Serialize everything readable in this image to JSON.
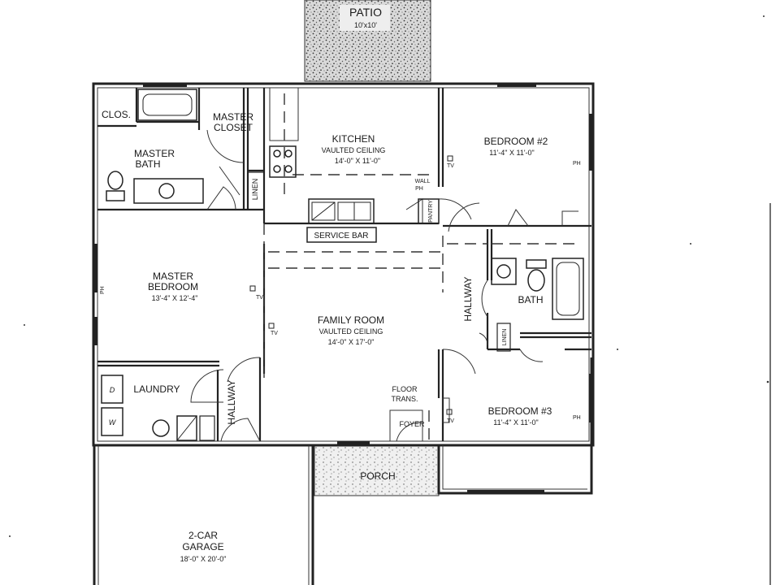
{
  "rooms": {
    "patio": {
      "name": "PATIO",
      "dims": "10'x10'"
    },
    "closet": {
      "name": "CLOS."
    },
    "master_closet": {
      "line1": "MASTER",
      "line2": "CLOSET"
    },
    "master_bath": {
      "line1": "MASTER",
      "line2": "BATH"
    },
    "linen_master": {
      "name": "LINEN"
    },
    "kitchen": {
      "name": "KITCHEN",
      "ceiling": "VAULTED CEILING",
      "dims": "14'-0\" X 11'-0\""
    },
    "service_bar": {
      "name": "SERVICE BAR"
    },
    "pantry": {
      "name": "PANTRY"
    },
    "bedroom2": {
      "name": "BEDROOM #2",
      "dims": "11'-4\" X 11'-0\""
    },
    "master_bedroom": {
      "line1": "MASTER",
      "line2": "BEDROOM",
      "dims": "13'-4\" X 12'-4\""
    },
    "family_room": {
      "name": "FAMILY ROOM",
      "ceiling": "VAULTED CEILING",
      "dims": "14'-0\" X 17'-0\""
    },
    "hallway_right": {
      "name": "HALLWAY"
    },
    "bath": {
      "name": "BATH"
    },
    "linen_hall": {
      "name": "LINEN"
    },
    "laundry": {
      "name": "LAUNDRY"
    },
    "hallway_left": {
      "name": "HALLWAY"
    },
    "floor_trans": {
      "line1": "FLOOR",
      "line2": "TRANS."
    },
    "foyer": {
      "name": "FOYER"
    },
    "bedroom3": {
      "name": "BEDROOM #3",
      "dims": "11'-4\" X 11'-0\""
    },
    "porch": {
      "name": "PORCH"
    },
    "garage": {
      "line1": "2-CAR",
      "line2": "GARAGE",
      "dims": "18'-0\" X 20'-0\""
    }
  },
  "symbols": {
    "tv": "TV",
    "ph": "PH",
    "wall_ph": "WALL",
    "wall_ph2": "PH",
    "dryer": "D",
    "washer": "W"
  }
}
